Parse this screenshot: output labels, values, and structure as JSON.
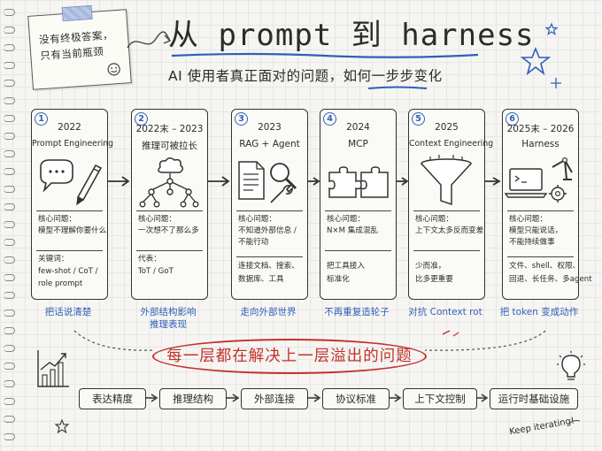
{
  "note": {
    "lines": [
      "没有终极答案，",
      "只有当前瓶颈"
    ]
  },
  "title": "从 prompt 到 harness",
  "subtitle": "AI 使用者真正面对的问题，如何一步步变化",
  "stages": [
    {
      "num": "1",
      "year": "2022",
      "topic": "Prompt Engineering",
      "illustration": "speech-bubble-and-pencil",
      "problem": [
        "核心问题：",
        "模型不理解你要什么"
      ],
      "detail": [
        "关键词：",
        "few-shot / CoT /",
        "role prompt"
      ],
      "caption": [
        "把话说清楚"
      ]
    },
    {
      "num": "2",
      "year": "2022末 – 2023",
      "topic": "推理可被拉长",
      "illustration": "thought-tree",
      "problem": [
        "核心问题：",
        "一次想不了那么多"
      ],
      "detail": [
        "代表：",
        "ToT / GoT"
      ],
      "caption": [
        "外部结构影响",
        "推理表现"
      ]
    },
    {
      "num": "3",
      "year": "2023",
      "topic": "RAG + Agent",
      "illustration": "document-magnifier-wrench",
      "problem": [
        "核心问题：",
        "不知道外部信息 /",
        "不能行动"
      ],
      "detail": [
        "连接文档、搜索、",
        "数据库、工具"
      ],
      "caption": [
        "走向外部世界"
      ]
    },
    {
      "num": "4",
      "year": "2024",
      "topic": "MCP",
      "illustration": "puzzle-pieces",
      "problem": [
        "核心问题：",
        "N×M 集成混乱"
      ],
      "detail": [
        "把工具接入",
        "标准化"
      ],
      "caption": [
        "不再重复造轮子"
      ]
    },
    {
      "num": "5",
      "year": "2025",
      "topic": "Context Engineering",
      "illustration": "funnel",
      "problem": [
        "核心问题：",
        "上下文太多反而变差"
      ],
      "detail": [
        "少而准，",
        "比多更重要"
      ],
      "caption": [
        "对抗 Context rot"
      ]
    },
    {
      "num": "6",
      "year": "2025末 – 2026",
      "topic": "Harness",
      "illustration": "laptop-gears-robot-arm",
      "problem": [
        "核心问题：",
        "模型只能说话，",
        "不能持续做事"
      ],
      "detail": [
        "文件、shell、权限、",
        "回退、长任务、多agent"
      ],
      "caption": [
        "把 token 变成动作"
      ]
    }
  ],
  "banner": "每一层都在解决上一层溢出的问题",
  "flow": [
    "表达精度",
    "推理结构",
    "外部连接",
    "协议标准",
    "上下文控制",
    "运行时基础设施"
  ],
  "footer": "Keep iterating!",
  "colors": {
    "accent_blue": "#2f5fb8",
    "accent_red": "#c2312b",
    "ink": "#2b2b2b"
  }
}
